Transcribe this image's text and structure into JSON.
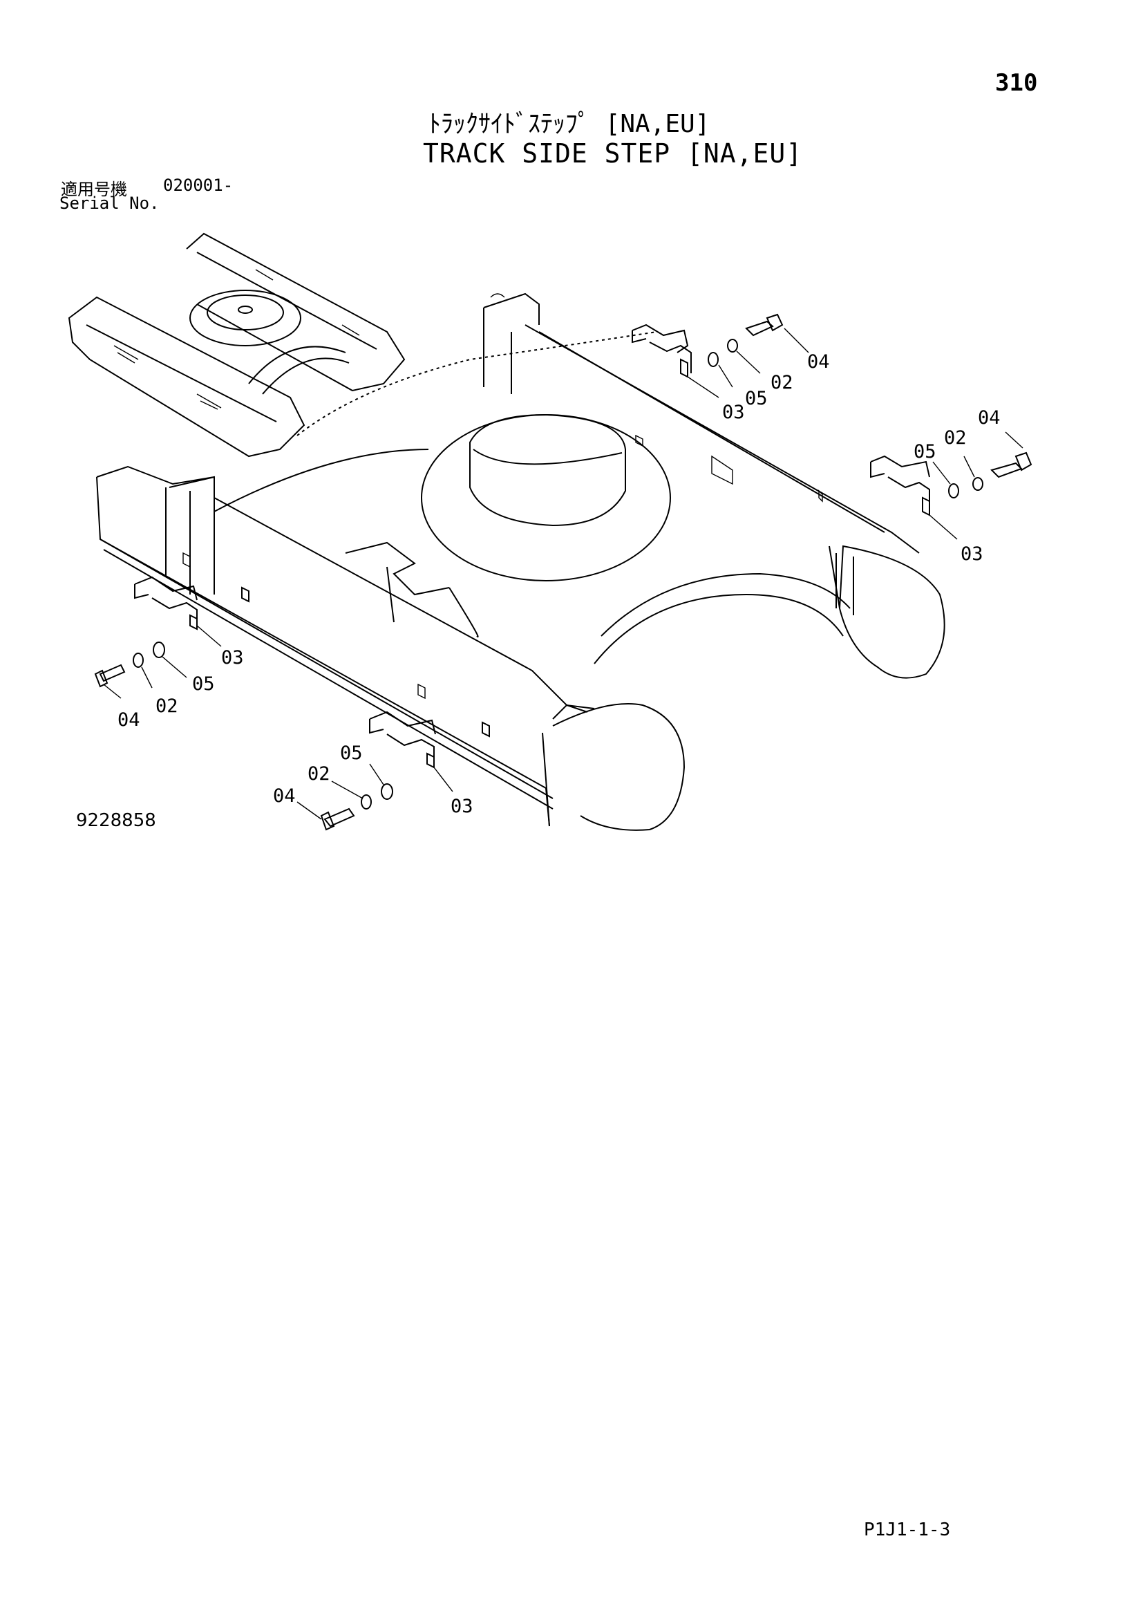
{
  "page": {
    "number": "310",
    "title_jp": "ﾄﾗｯｸｻｲﾄﾞｽﾃｯﾌﾟ [NA,EU]",
    "title_en": "TRACK SIDE STEP [NA,EU]",
    "serial_label_jp": "適用号機",
    "serial_label_en": "Serial No.",
    "serial_value": "020001-",
    "drawing_number": "9228858",
    "page_code": "P1J1-1-3"
  },
  "callouts": {
    "top_right_04": "04",
    "top_right_02": "02",
    "top_right_05": "05",
    "top_right_03": "03",
    "right_04": "04",
    "right_02": "02",
    "right_05": "05",
    "right_03": "03",
    "left_03": "03",
    "left_05": "05",
    "left_02": "02",
    "left_04": "04",
    "bottom_05": "05",
    "bottom_02": "02",
    "bottom_04": "04",
    "bottom_03": "03"
  }
}
